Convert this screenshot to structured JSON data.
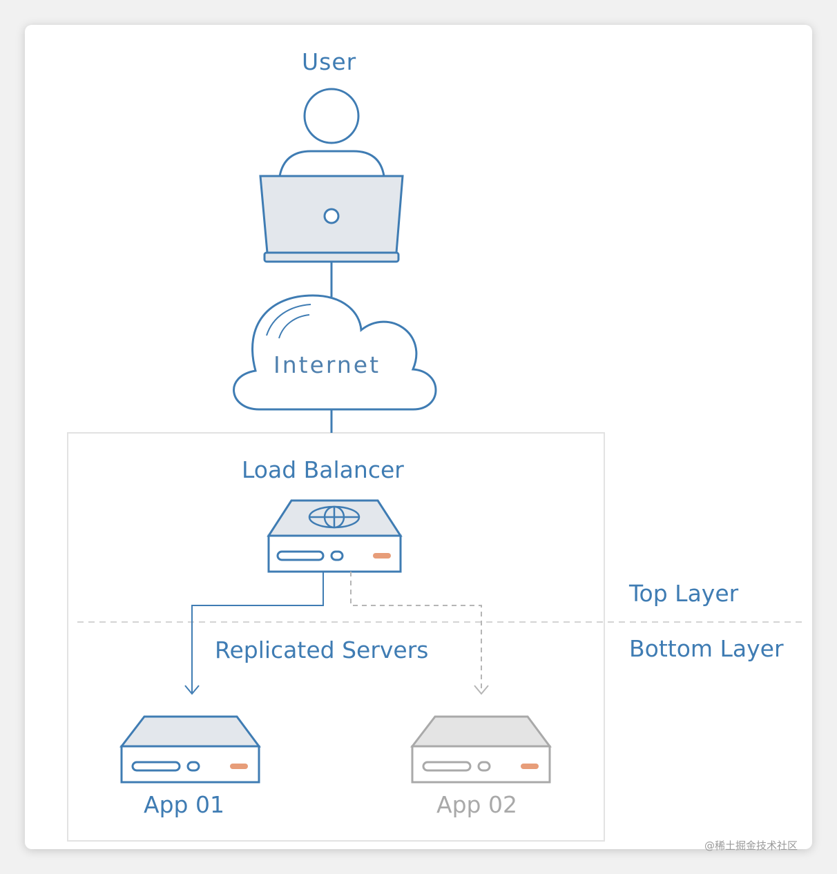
{
  "labels": {
    "user": "User",
    "internet": "Internet",
    "load_balancer": "Load Balancer",
    "top_layer": "Top Layer",
    "bottom_layer": "Bottom Layer",
    "replicated_servers": "Replicated Servers",
    "app_01": "App 01",
    "app_02": "App 02"
  },
  "watermark": "@稀土掘金技术社区",
  "colors": {
    "primary_line": "#3f7cb3",
    "device_fill": "#e3e7ec",
    "inactive_line": "#a9a9a9",
    "indicator": "#e79d79",
    "divider": "#d3d3d3"
  },
  "icons": [
    "user-icon",
    "laptop-icon",
    "cloud-icon",
    "globe-icon",
    "server-icon"
  ]
}
